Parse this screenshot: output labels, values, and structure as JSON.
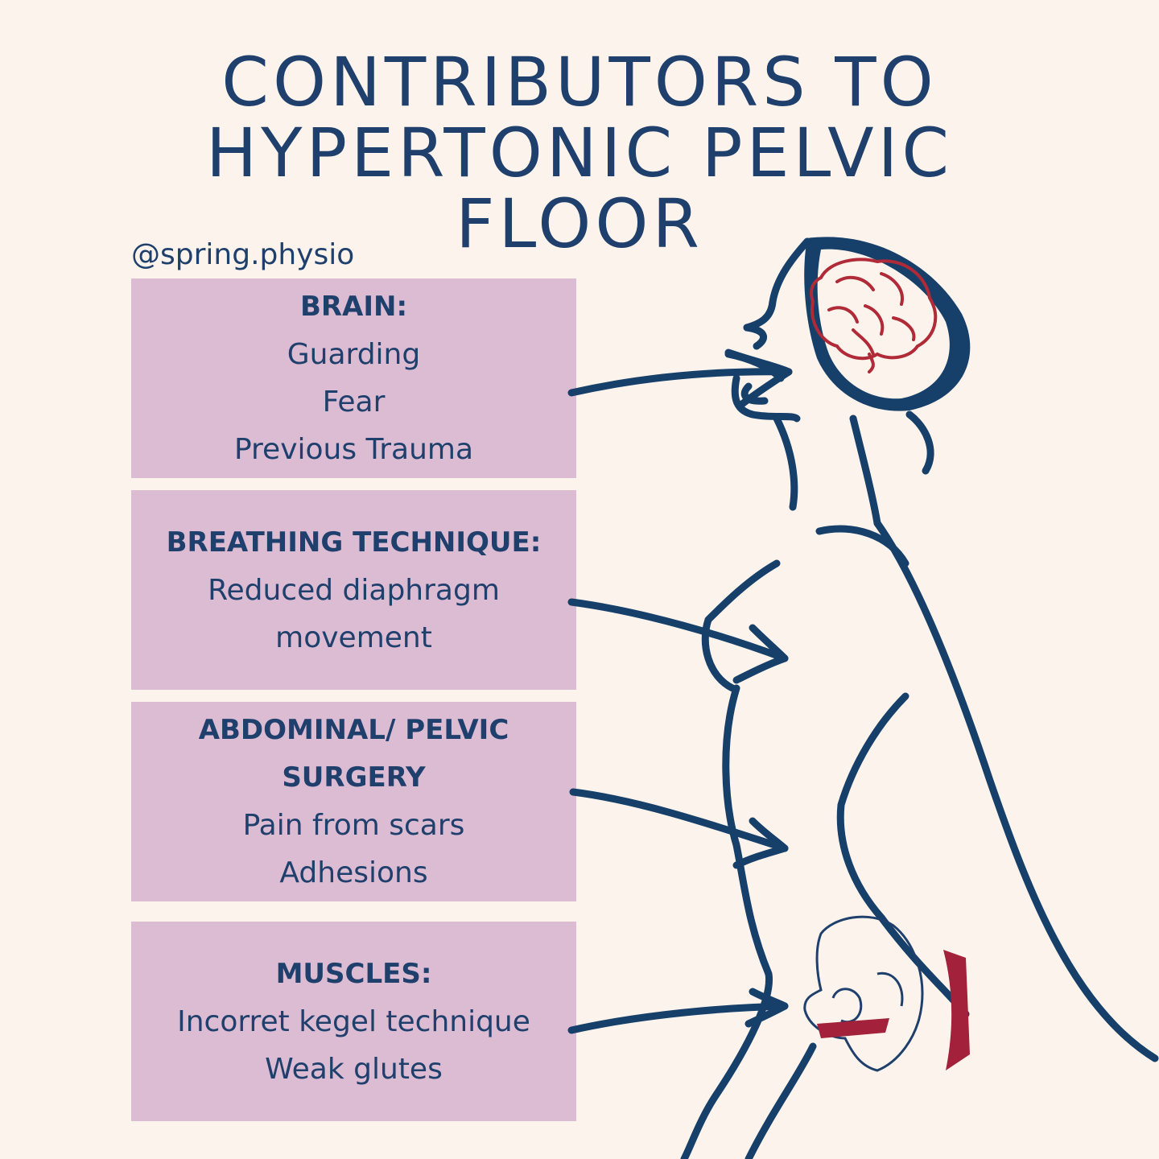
{
  "title": {
    "line1": "CONTRIBUTORS TO",
    "line2": "HYPERTONIC PELVIC",
    "line3": "FLOOR"
  },
  "handle": "@spring.physio",
  "boxes": {
    "brain": {
      "heading": "BRAIN:",
      "lines": [
        "Guarding",
        "Fear",
        "Previous Trauma"
      ]
    },
    "breathing": {
      "heading": "BREATHING TECHNIQUE:",
      "lines": [
        "Reduced diaphragm",
        "movement"
      ]
    },
    "surgery": {
      "heading_line1": "ABDOMINAL/ PELVIC",
      "heading_line2": "SURGERY",
      "lines": [
        "Pain from scars",
        "Adhesions"
      ]
    },
    "muscles": {
      "heading": "MUSCLES:",
      "lines": [
        "Incorret kegel technique",
        "Weak glutes"
      ]
    }
  },
  "colors": {
    "background": "#fcf4ec",
    "box": "#dcbcd3",
    "navy": "#1f3f6c",
    "accent_red": "#a3213a"
  }
}
